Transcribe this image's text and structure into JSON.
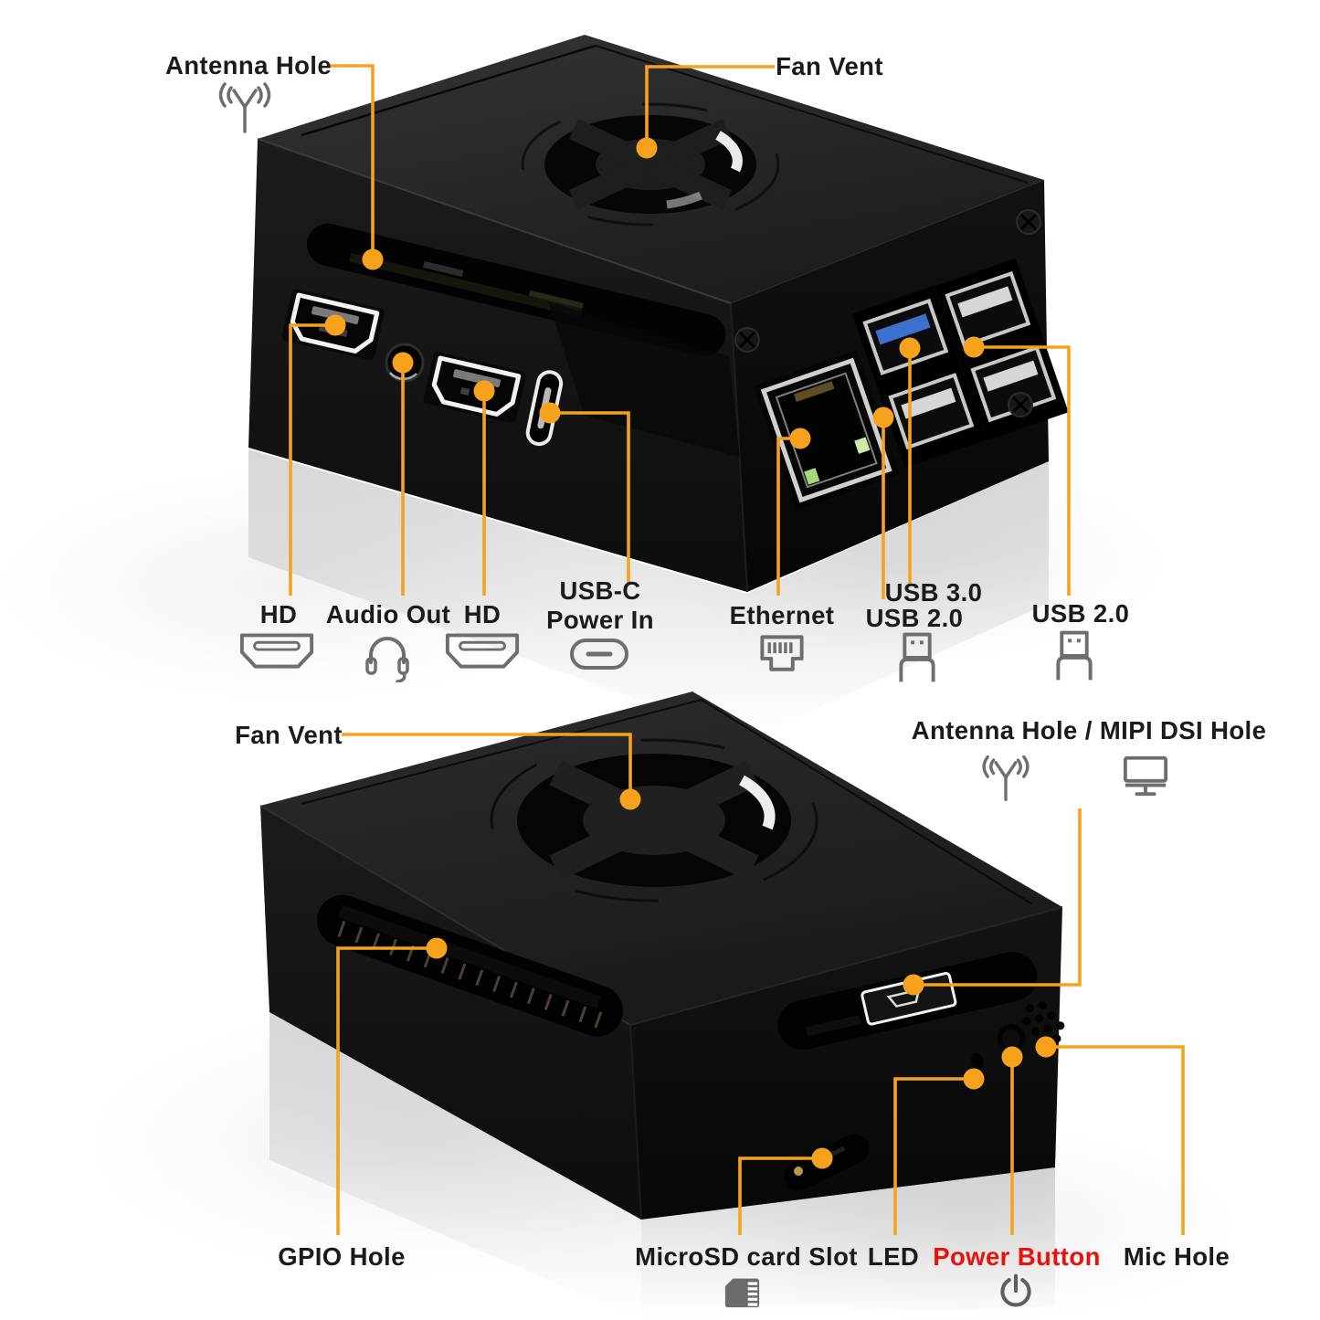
{
  "colors": {
    "accent_orange": "#F7A21D",
    "label_text": "#1b1b1b",
    "power_button_text": "#EA100C",
    "icon_gray": "#6e6e6e",
    "usb3_blue": "#3C72CF",
    "ethernet_led_green": "#A6D97C",
    "case_black": "#1a1a1a"
  },
  "icons": {
    "antenna": "antenna-icon",
    "hdmi": "hdmi-icon",
    "headphones": "headphones-icon",
    "usb_c": "usb-c-plug-icon",
    "ethernet": "rj45-icon",
    "usb_plug": "usb-plug-icon",
    "monitor": "monitor-icon",
    "microsd": "microsd-card-icon",
    "power": "power-symbol-icon"
  },
  "top_view": {
    "callouts": {
      "antenna_hole": "Antenna Hole",
      "fan_vent": "Fan Vent"
    },
    "ports": {
      "hd_left": "HD",
      "audio_out": "Audio Out",
      "hd_right": "HD",
      "usb_c_line1": "USB-C",
      "usb_c_line2": "Power In",
      "ethernet": "Ethernet",
      "usb_3_0": "USB 3.0",
      "usb_2_0_mid": "USB 2.0",
      "usb_2_0_right": "USB 2.0"
    }
  },
  "bottom_view": {
    "callouts": {
      "fan_vent": "Fan Vent",
      "antenna_mipi": "Antenna Hole / MIPI DSI Hole",
      "gpio_hole": "GPIO Hole",
      "microsd_slot": "MicroSD card Slot",
      "led": "LED",
      "power_button": "Power Button",
      "mic_hole": "Mic Hole"
    }
  }
}
